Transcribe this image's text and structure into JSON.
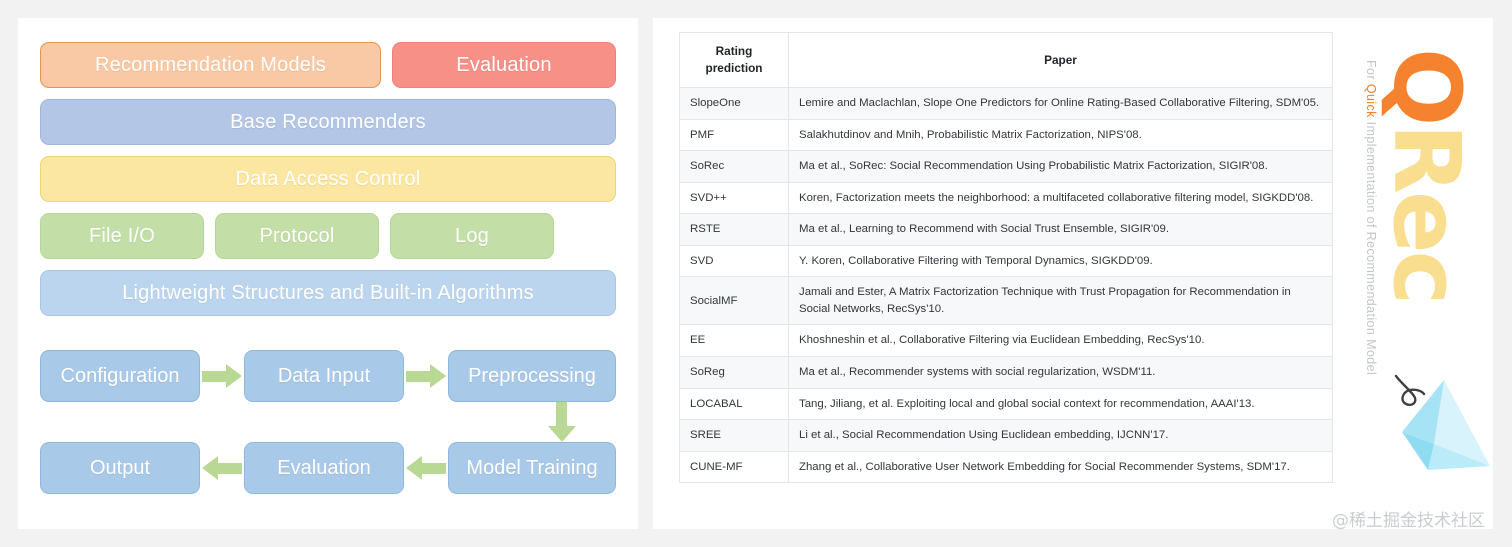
{
  "architecture": {
    "rows": [
      [
        {
          "label": "Recommendation Models",
          "color": "#f8c9a4",
          "width": "w-models",
          "tone": "c-orange"
        },
        {
          "label": "Evaluation",
          "color": "#f79087",
          "width": "w-eval",
          "tone": "c-red"
        }
      ],
      [
        {
          "label": "Base Recommenders",
          "color": "#b3c6e6",
          "width": "w-full",
          "tone": "c-blue"
        }
      ],
      [
        {
          "label": "Data Access Control",
          "color": "#fbe6a2",
          "width": "w-full",
          "tone": "c-yellow"
        }
      ],
      [
        {
          "label": "File I/O",
          "color": "#c3dfa7",
          "width": "w-third",
          "tone": "c-green"
        },
        {
          "label": "Protocol",
          "color": "#c3dfa7",
          "width": "w-third",
          "tone": "c-green"
        },
        {
          "label": "Log",
          "color": "#c3dfa7",
          "width": "w-third",
          "tone": "c-green"
        }
      ],
      [
        {
          "label": "Lightweight Structures and Built-in Algorithms",
          "color": "#bcd5ee",
          "width": "w-full",
          "tone": "c-lblue"
        }
      ]
    ],
    "box_labels": {
      "recommendation_models": "Recommendation Models",
      "evaluation": "Evaluation",
      "base_recommenders": "Base Recommenders",
      "data_access_control": "Data Access Control",
      "file_io": "File I/O",
      "protocol": "Protocol",
      "log": "Log",
      "lightweight": "Lightweight Structures and Built-in Algorithms"
    }
  },
  "flowchart": {
    "arrow_color": "#b8d894",
    "box_color": "#a9c9e8",
    "top_row": [
      "Configuration",
      "Data Input",
      "Preprocessing"
    ],
    "bottom_row": [
      "Output",
      "Evaluation",
      "Model Training"
    ],
    "steps": {
      "configuration": "Configuration",
      "data_input": "Data Input",
      "preprocessing": "Preprocessing",
      "model_training": "Model Training",
      "evaluation": "Evaluation",
      "output": "Output"
    }
  },
  "table": {
    "headers": [
      "Rating prediction",
      "Paper"
    ],
    "header_col1_line1": "Rating",
    "header_col1_line2": "prediction",
    "header_col2": "Paper",
    "rows": [
      {
        "key": "SlopeOne",
        "paper": "Lemire and Maclachlan, Slope One Predictors for Online Rating-Based Collaborative Filtering, SDM'05."
      },
      {
        "key": "PMF",
        "paper": "Salakhutdinov and Mnih, Probabilistic Matrix Factorization, NIPS'08."
      },
      {
        "key": "SoRec",
        "paper": "Ma et al., SoRec: Social Recommendation Using Probabilistic Matrix Factorization, SIGIR'08."
      },
      {
        "key": "SVD++",
        "paper": "Koren, Factorization meets the neighborhood: a multifaceted collaborative filtering model, SIGKDD'08."
      },
      {
        "key": "RSTE",
        "paper": "Ma et al., Learning to Recommend with Social Trust Ensemble, SIGIR'09."
      },
      {
        "key": "SVD",
        "paper": "Y. Koren, Collaborative Filtering with Temporal Dynamics, SIGKDD'09."
      },
      {
        "key": "SocialMF",
        "paper": "Jamali and Ester, A Matrix Factorization Technique with Trust Propagation for Recommendation in Social Networks, RecSys'10."
      },
      {
        "key": "EE",
        "paper": "Khoshneshin et al., Collaborative Filtering via Euclidean Embedding, RecSys'10."
      },
      {
        "key": "SoReg",
        "paper": "Ma et al., Recommender systems with social regularization, WSDM'11."
      },
      {
        "key": "LOCABAL",
        "paper": "Tang, Jiliang, et al. Exploiting local and global social context for recommendation, AAAI'13."
      },
      {
        "key": "SREE",
        "paper": "Li et al., Social Recommendation Using Euclidean embedding, IJCNN'17."
      },
      {
        "key": "CUNE-MF",
        "paper": "Zhang et al., Collaborative User Network Embedding for Social Recommender Systems, SDM'17."
      }
    ]
  },
  "branding": {
    "tagline_prefix": "For ",
    "tagline_highlight": "Quick",
    "tagline_suffix": " Implementation of Recommendation Model",
    "logo_q": "Q",
    "logo_rec": "Rec",
    "logo_q_color": "#f5822f",
    "logo_rec_color": "#f8de8e",
    "highlight_color": "#f0802c"
  },
  "watermark": "@稀土掘金技术社区"
}
